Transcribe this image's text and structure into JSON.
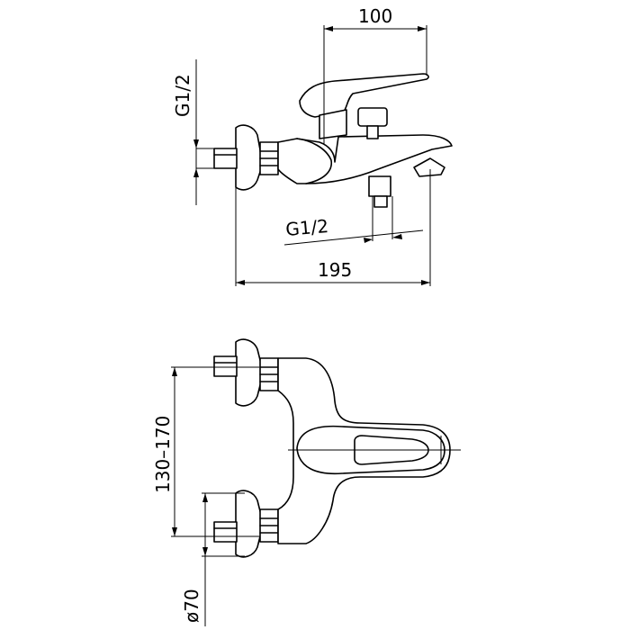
{
  "dimensions": {
    "width_top": "100",
    "thread_inlet": "G1/2",
    "thread_outlet": "G1/2",
    "overall_length": "195",
    "center_distance": "130–170",
    "flange_diameter": "ø70"
  },
  "colors": {
    "line": "#000000",
    "background": "#ffffff"
  }
}
